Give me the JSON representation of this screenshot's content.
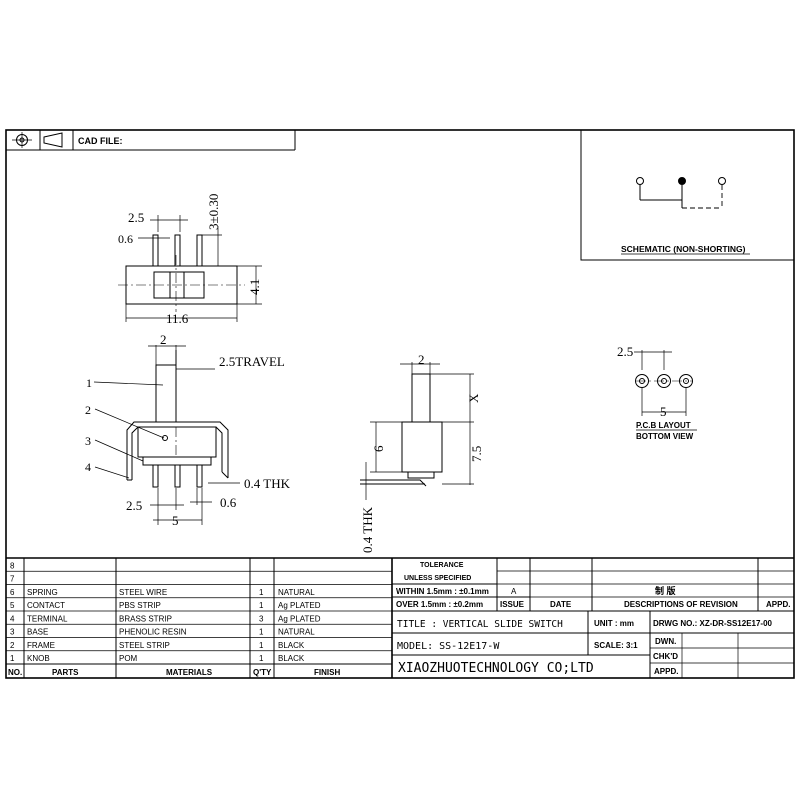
{
  "header": {
    "cad_file_label": "CAD FILE:"
  },
  "schematic": {
    "label": "SCHEMATIC (NON-SHORTING)"
  },
  "top_view": {
    "dim_pitch": "2.5",
    "dim_pin_width": "0.6",
    "dim_pin_height": "3±0.30",
    "dim_body_height": "4.1",
    "dim_body_length": "11.6"
  },
  "front_view": {
    "dim_knob": "2",
    "travel": "2.5TRAVEL",
    "callouts": [
      "1",
      "2",
      "3",
      "4"
    ],
    "thk": "0.4 THK",
    "dim_pitch": "2.5",
    "dim_pin": "0.6",
    "dim_span": "5"
  },
  "side_view": {
    "dim_knob": "2",
    "dim_x": "X",
    "dim_body": "6",
    "dim_total": "7.5",
    "thk": "0.4 THK"
  },
  "pcb_layout": {
    "dim_pitch": "2.5",
    "dim_span": "5",
    "label1": "P.C.B LAYOUT",
    "label2": "BOTTOM VIEW"
  },
  "bom": {
    "rows": [
      {
        "no": "8",
        "part": "",
        "material": "",
        "qty": "",
        "finish": ""
      },
      {
        "no": "7",
        "part": "",
        "material": "",
        "qty": "",
        "finish": ""
      },
      {
        "no": "6",
        "part": "SPRING",
        "material": "STEEL WIRE",
        "qty": "1",
        "finish": "NATURAL"
      },
      {
        "no": "5",
        "part": "CONTACT",
        "material": "PBS STRIP",
        "qty": "1",
        "finish": "Ag PLATED"
      },
      {
        "no": "4",
        "part": "TERMINAL",
        "material": "BRASS STRIP",
        "qty": "3",
        "finish": "Ag PLATED"
      },
      {
        "no": "3",
        "part": "BASE",
        "material": "PHENOLIC RESIN",
        "qty": "1",
        "finish": "NATURAL"
      },
      {
        "no": "2",
        "part": "FRAME",
        "material": "STEEL STRIP",
        "qty": "1",
        "finish": "BLACK"
      },
      {
        "no": "1",
        "part": "KNOB",
        "material": "POM",
        "qty": "1",
        "finish": "BLACK"
      }
    ],
    "header": {
      "no": "NO.",
      "part": "PARTS",
      "material": "MATERIALS",
      "qty": "Q'TY",
      "finish": "FINISH"
    }
  },
  "tolerance": {
    "title1": "TOLERANCE",
    "title2": "UNLESS  SPECIFIED",
    "row1": "WITHIN 1.5mm : ±0.1mm",
    "row2": "OVER 1.5mm : ±0.2mm"
  },
  "revision": {
    "rev_letter": "A",
    "title": "制 版",
    "col_issue": "ISSUE",
    "col_date": "DATE",
    "col_desc": "DESCRIPTIONS OF REVISION",
    "col_appd": "APPD."
  },
  "title_block": {
    "title": "TITLE :  VERTICAL SLIDE SWITCH",
    "unit": "UNIT :   mm",
    "drwg": "DRWG NO.: XZ-DR-SS12E17-00",
    "model": "MODEL:  SS-12E17-W",
    "scale": "SCALE:  3:1",
    "dwn": "DWN.",
    "chkd": "CHK'D",
    "appd": "APPD.",
    "company": "XIAOZHUOTECHNOLOGY CO;LTD"
  }
}
